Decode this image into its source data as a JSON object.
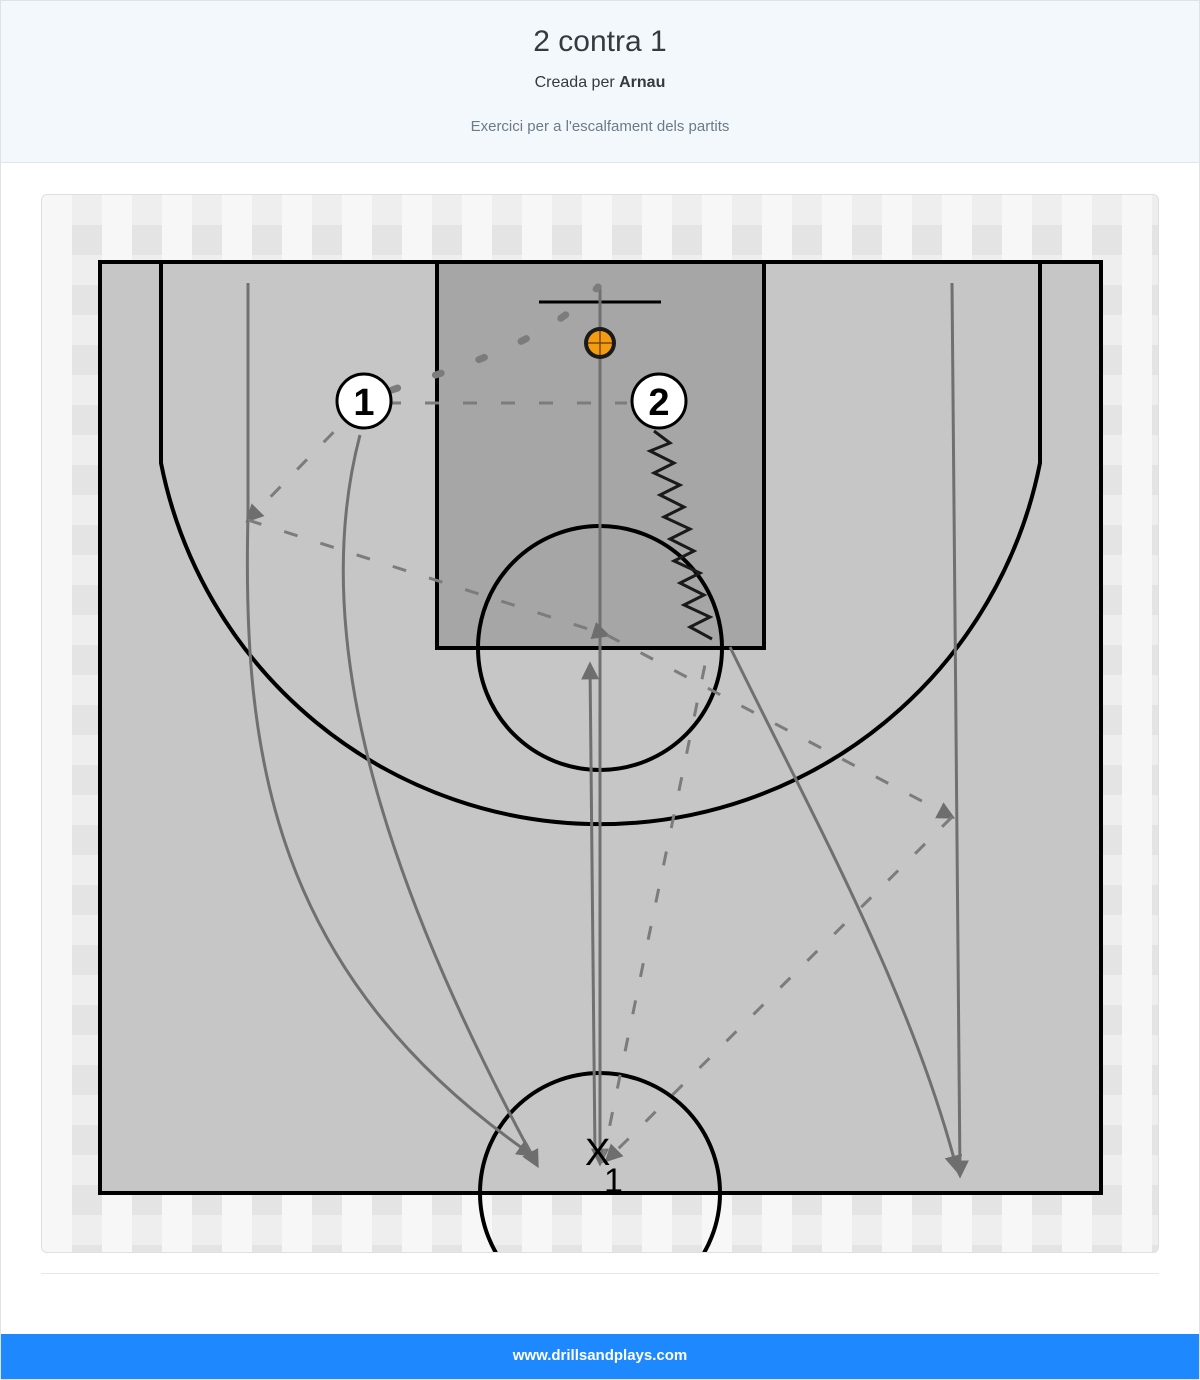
{
  "header": {
    "title": "2 contra 1",
    "created_prefix": "Creada per",
    "author": "Arnau",
    "description": "Exercici per a l'escalfament dels partits"
  },
  "diagram": {
    "players": [
      {
        "label": "1",
        "icon": "player-circle"
      },
      {
        "label": "2",
        "icon": "player-circle"
      }
    ],
    "coach_marker": "X",
    "coach_number": "1",
    "ball_icon": "basketball-icon",
    "colors": {
      "court_fill": "#c6c6c6",
      "paint_fill": "#a9a9a9",
      "lines": "#000000",
      "movement": "#707070",
      "ball": "#f39c12"
    }
  },
  "footer": {
    "site": "www.drillsandplays.com"
  }
}
